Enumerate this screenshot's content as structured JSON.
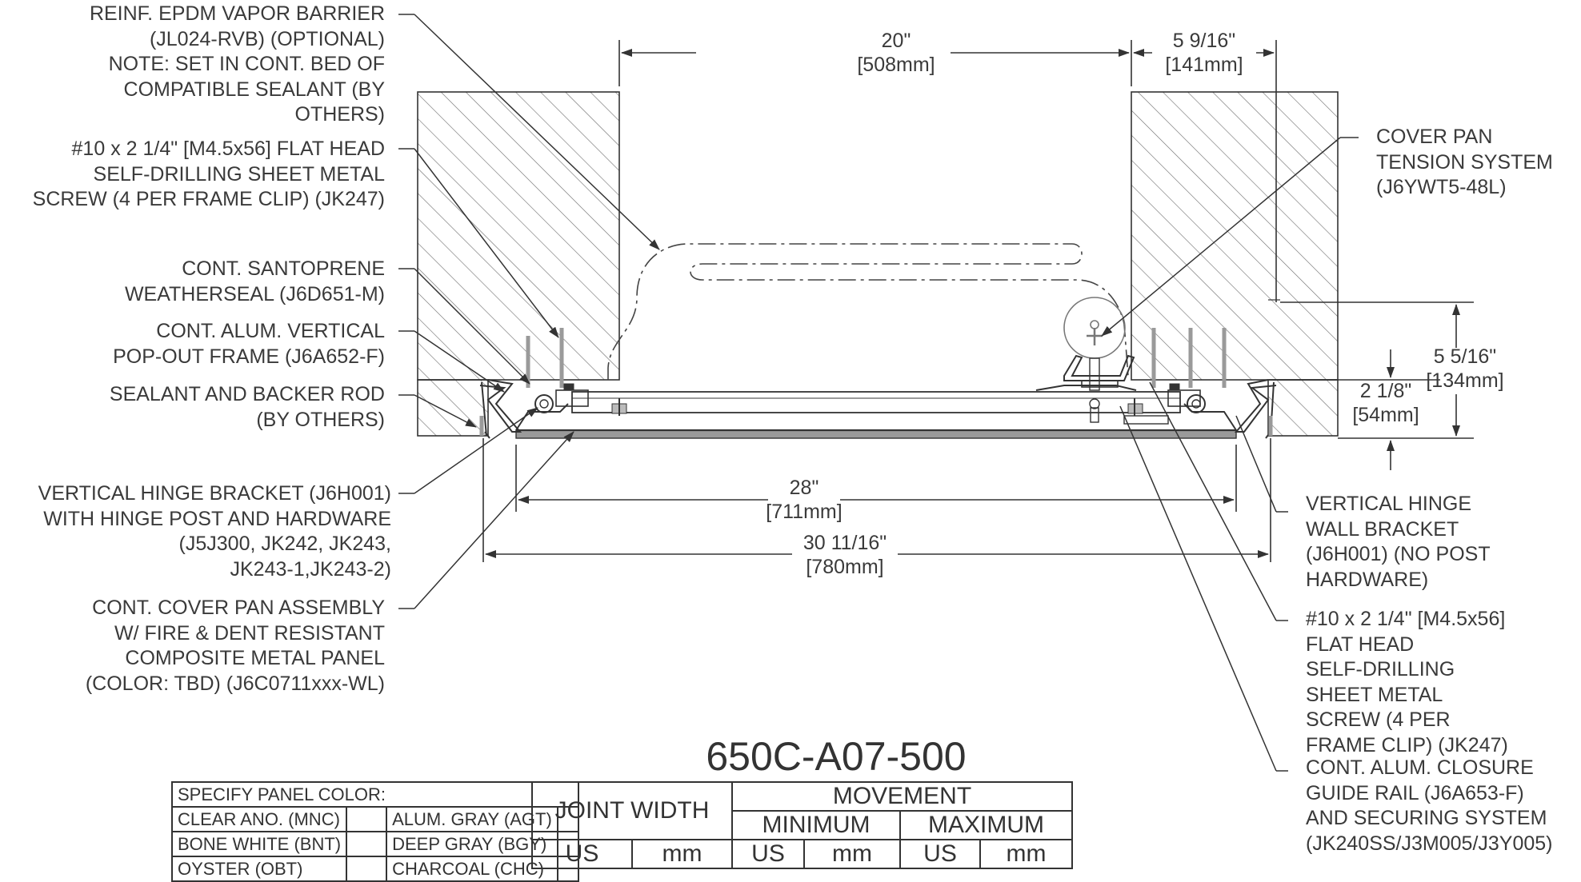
{
  "detail_number": "650C-A07-500",
  "callouts_left": [
    {
      "id": "vapor-barrier",
      "lines": [
        "REINF. EPDM VAPOR BARRIER",
        "(JL024-RVB) (OPTIONAL)",
        "NOTE: SET IN CONT. BED OF",
        "COMPATIBLE SEALANT (BY",
        "OTHERS)"
      ]
    },
    {
      "id": "screw",
      "lines": [
        "#10 x 2 1/4\" [M4.5x56] FLAT HEAD",
        "SELF-DRILLING SHEET METAL",
        "SCREW (4 PER FRAME CLIP) (JK247)"
      ]
    },
    {
      "id": "weatherseal",
      "lines": [
        "CONT. SANTOPRENE",
        "WEATHERSEAL (J6D651-M)"
      ]
    },
    {
      "id": "popout-frame",
      "lines": [
        "CONT. ALUM. VERTICAL",
        "POP-OUT FRAME (J6A652-F)"
      ]
    },
    {
      "id": "sealant",
      "lines": [
        "SEALANT AND BACKER ROD",
        "(BY OTHERS)"
      ]
    },
    {
      "id": "hinge-bracket",
      "lines": [
        "VERTICAL HINGE BRACKET (J6H001)",
        "WITH HINGE POST AND HARDWARE",
        "(J5J300, JK242, JK243,",
        "JK243-1,JK243-2)"
      ]
    },
    {
      "id": "cover-pan",
      "lines": [
        "CONT. COVER PAN ASSEMBLY",
        "W/ FIRE & DENT RESISTANT",
        "COMPOSITE METAL PANEL",
        "(COLOR: TBD) (J6C0711xxx-WL)"
      ]
    }
  ],
  "callouts_right": [
    {
      "id": "tension-system",
      "lines": [
        "COVER PAN",
        "TENSION SYSTEM",
        "(J6YWT5-48L)"
      ]
    },
    {
      "id": "wall-bracket",
      "lines": [
        "VERTICAL HINGE",
        "WALL BRACKET",
        "(J6H001) (NO POST",
        "HARDWARE)"
      ]
    },
    {
      "id": "screw-right",
      "lines": [
        "#10 x 2 1/4\" [M4.5x56]",
        "FLAT HEAD",
        "SELF-DRILLING",
        "SHEET METAL",
        "SCREW (4 PER",
        "FRAME CLIP) (JK247)"
      ]
    },
    {
      "id": "closure-rail",
      "lines": [
        "CONT. ALUM. CLOSURE",
        "GUIDE RAIL  (J6A653-F)",
        "AND SECURING SYSTEM",
        "(JK240SS/J3M005/J3Y005)"
      ]
    }
  ],
  "dimensions": {
    "joint": {
      "us": "20\"",
      "mm": "[508mm]"
    },
    "wall_offset": {
      "us": "5 9/16\"",
      "mm": "[141mm]"
    },
    "depth": {
      "us": "5 5/16\"",
      "mm": "[134mm]"
    },
    "frame_depth": {
      "us": "2 1/8\"",
      "mm": "[54mm]"
    },
    "cover_width": {
      "us": "28\"",
      "mm": "[711mm]"
    },
    "overall_width": {
      "us": "30 11/16\"",
      "mm": "[780mm]"
    }
  },
  "color_table": {
    "header": "SPECIFY PANEL COLOR:",
    "rows": [
      [
        "CLEAR ANO. (MNC)",
        "ALUM. GRAY (AGT)"
      ],
      [
        "BONE WHITE (BNT)",
        "DEEP GRAY (BGY)"
      ],
      [
        "OYSTER (OBT)",
        "CHARCOAL (CHC)"
      ]
    ]
  },
  "movement_table": {
    "joint_width": "JOINT WIDTH",
    "movement": "MOVEMENT",
    "minimum": "MINIMUM",
    "maximum": "MAXIMUM",
    "unit_us": "US",
    "unit_mm": "mm"
  }
}
